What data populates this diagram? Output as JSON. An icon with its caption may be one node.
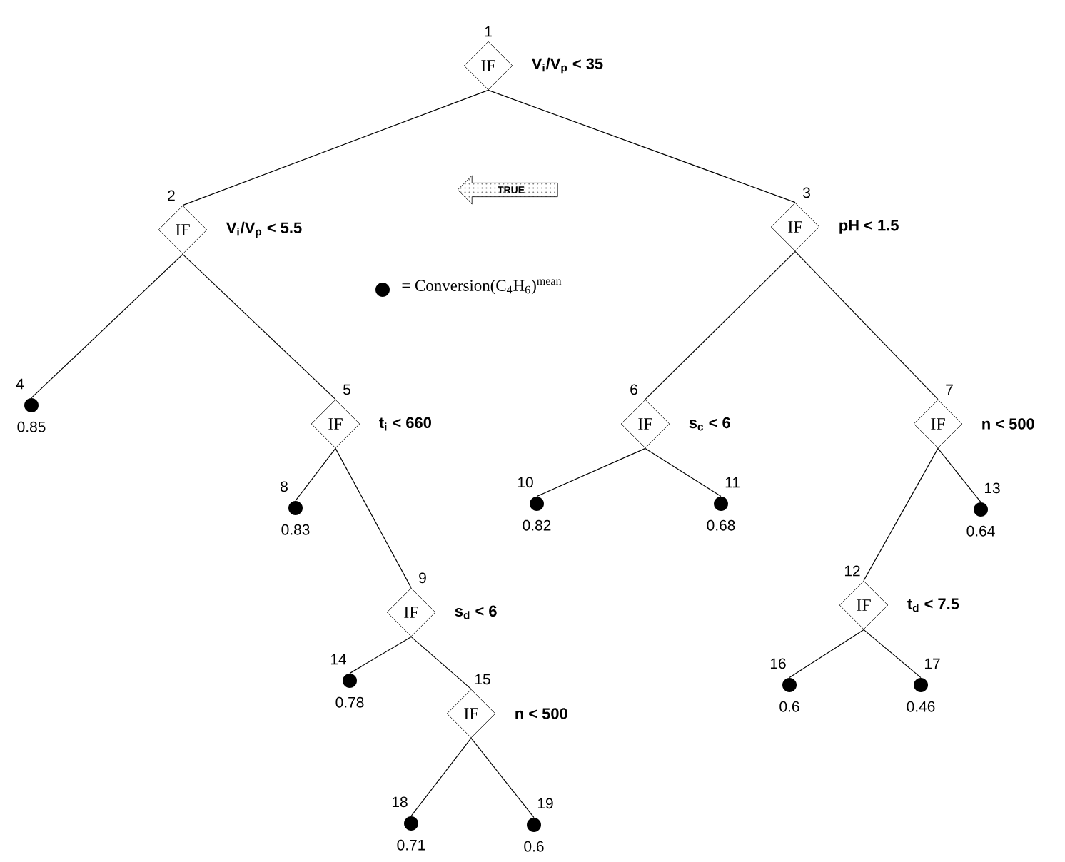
{
  "diagram": {
    "nodes": [
      {
        "text": [
          "IF"
        ],
        "beside": [
          "1",
          "V$_{i}$/V$_{p}$ < 35"
        ]
      },
      {
        "text": [
          "IF"
        ],
        "beside": [
          "2",
          "V$_{i}$/V$_{p}$ < 5.5"
        ]
      },
      {
        "text": [
          "IF"
        ],
        "beside": [
          "3",
          "pH < 1.5"
        ]
      },
      {
        "text": [],
        "shape": "circle",
        "beside": [
          "4",
          "0.85"
        ]
      },
      {
        "text": [
          "IF"
        ],
        "beside": [
          "5",
          "t$_{i}$ < 660"
        ]
      },
      {
        "text": [
          "IF"
        ],
        "beside": [
          "6",
          "s$_{c}$ < 6"
        ]
      },
      {
        "text": [
          "IF"
        ],
        "beside": [
          "7",
          "n < 500"
        ]
      },
      {
        "text": [],
        "shape": "circle",
        "beside": [
          "8",
          "0.83"
        ]
      },
      {
        "text": [
          "IF"
        ],
        "beside": [
          "9",
          "s$_{d}$ < 6"
        ]
      },
      {
        "text": [],
        "shape": "circle",
        "beside": [
          "10",
          "0.82"
        ]
      },
      {
        "text": [],
        "shape": "circle",
        "beside": [
          "11",
          "0.68"
        ]
      },
      {
        "text": [
          "IF"
        ],
        "beside": [
          "12",
          "t$_{d}$ < 7.5"
        ]
      },
      {
        "text": [],
        "shape": "circle",
        "beside": [
          "13",
          "0.64"
        ]
      },
      {
        "text": [],
        "shape": "circle",
        "beside": [
          "14",
          "0.78"
        ]
      },
      {
        "text": [
          "IF"
        ],
        "beside": [
          "15",
          "n < 500"
        ]
      },
      {
        "text": [],
        "shape": "circle",
        "beside": [
          "16",
          "0.6"
        ]
      },
      {
        "text": [],
        "shape": "circle",
        "beside": [
          "17",
          "0.46"
        ]
      },
      {
        "text": [],
        "shape": "circle",
        "beside": [
          "18",
          "0.71"
        ]
      },
      {
        "text": [],
        "shape": "circle",
        "beside": [
          "19",
          "0.6"
        ]
      },
      {
        "text": [
          "TRUE"
        ]
      }
    ],
    "edges": [
      {
        "from": 0,
        "to": 1,
        "arrow": "none"
      },
      {
        "from": 0,
        "to": 2,
        "arrow": "none"
      },
      {
        "from": 1,
        "to": 3,
        "arrow": "none"
      },
      {
        "from": 1,
        "to": 4,
        "arrow": "none"
      },
      {
        "from": 2,
        "to": 5,
        "arrow": "none"
      },
      {
        "from": 2,
        "to": 6,
        "arrow": "none"
      },
      {
        "from": 4,
        "to": 7,
        "arrow": "none"
      },
      {
        "from": 4,
        "to": 8,
        "arrow": "none"
      },
      {
        "from": 5,
        "to": 9,
        "arrow": "none"
      },
      {
        "from": 5,
        "to": 10,
        "arrow": "none"
      },
      {
        "from": 6,
        "to": 11,
        "arrow": "none"
      },
      {
        "from": 6,
        "to": 12,
        "arrow": "none"
      },
      {
        "from": 8,
        "to": 13,
        "arrow": "none"
      },
      {
        "from": 8,
        "to": 14,
        "arrow": "none"
      },
      {
        "from": 11,
        "to": 15,
        "arrow": "none"
      },
      {
        "from": 11,
        "to": 16,
        "arrow": "none"
      },
      {
        "from": 14,
        "to": 17,
        "arrow": "none"
      },
      {
        "from": 14,
        "to": 18,
        "arrow": "none"
      }
    ],
    "legend": [
      {
        "text": "= Conversion(C$_{4}$H$_{6}$)$^{mean}$"
      }
    ]
  }
}
